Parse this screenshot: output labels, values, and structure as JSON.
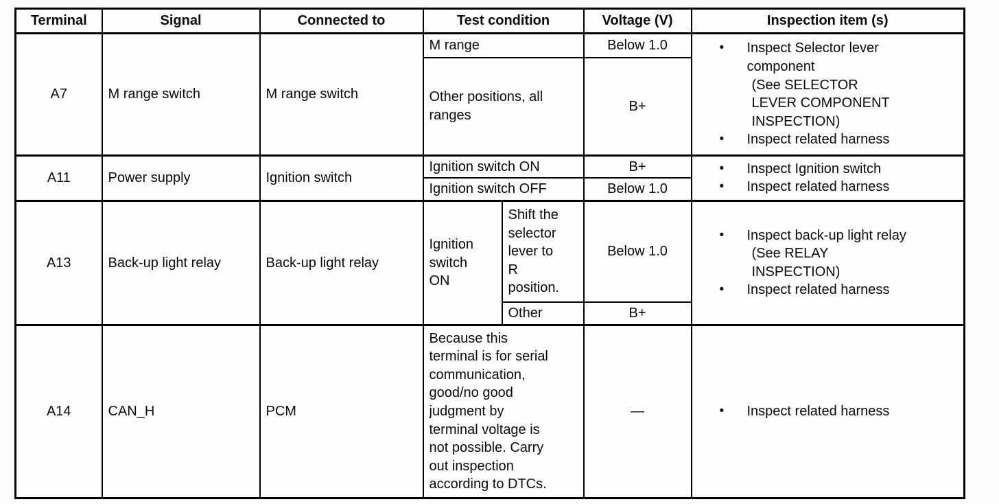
{
  "colors": {
    "page_background": "#fbfbf9",
    "table_background": "#fefefd",
    "border": "#000000",
    "text": "#0a0a0a"
  },
  "icons": {
    "bullet": "•"
  },
  "table": {
    "headers": {
      "terminal": "Terminal",
      "signal": "Signal",
      "connected": "Connected to",
      "test_condition": "Test condition",
      "voltage": "Voltage (V)",
      "inspection": "Inspection item (s)"
    },
    "rows": [
      {
        "terminal": "A7",
        "signal": "M range switch",
        "connected": "M range switch",
        "cond1": "M range",
        "volt1": "Below 1.0",
        "cond2": "Other positions, all\nranges",
        "volt2": "B+",
        "insp1": "Inspect Selector lever\ncomponent",
        "insp1_sub": "(See SELECTOR\nLEVER COMPONENT\nINSPECTION)",
        "insp2": "Inspect related harness"
      },
      {
        "terminal": "A11",
        "signal": "Power supply",
        "connected": "Ignition switch",
        "cond1": "Ignition switch ON",
        "volt1": "B+",
        "cond2": "Ignition switch OFF",
        "volt2": "Below 1.0",
        "insp1": "Inspect Ignition switch",
        "insp2": "Inspect related harness"
      },
      {
        "terminal": "A13",
        "signal": "Back-up light relay",
        "connected": "Back-up light relay",
        "cond_main": "Ignition\nswitch\nON",
        "cond_sub1": "Shift the\nselector\nlever to\nR\nposition.",
        "volt1": "Below 1.0",
        "cond_sub2": "Other",
        "volt2": "B+",
        "insp1": "Inspect back-up light relay",
        "insp1_sub": "(See RELAY\nINSPECTION)",
        "insp2": "Inspect related harness"
      },
      {
        "terminal": "A14",
        "signal": "CAN_H",
        "connected": "PCM",
        "condition": "Because this\nterminal is for serial\ncommunication,\ngood/no good\njudgment by\nterminal voltage is\nnot possible. Carry\nout inspection\naccording to DTCs.",
        "voltage": "—",
        "insp1": "Inspect related harness"
      }
    ]
  }
}
